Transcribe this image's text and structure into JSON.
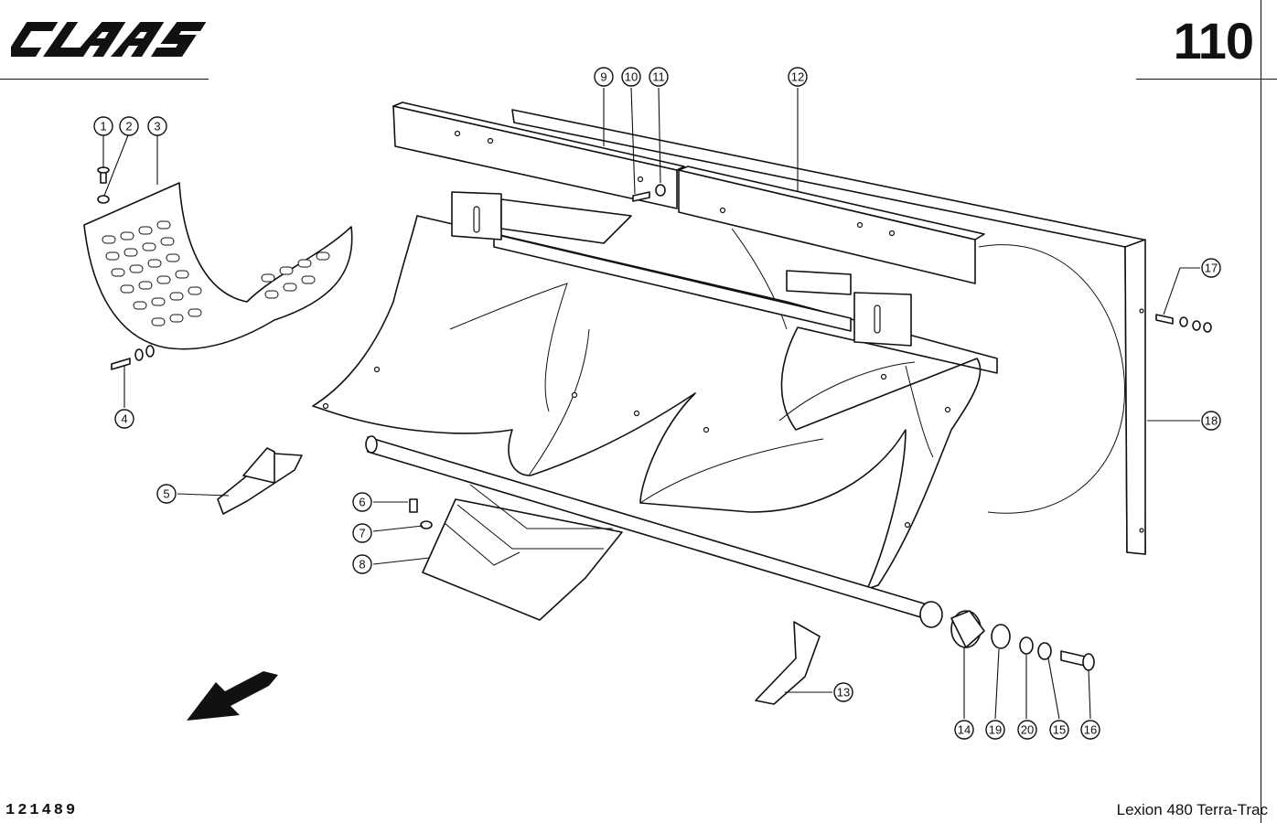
{
  "header": {
    "brand": "CLAAS",
    "page_number": "110"
  },
  "footer": {
    "document_id": "121489",
    "model": "Lexion 480 Terra-Trac"
  },
  "callouts": [
    {
      "label": "1"
    },
    {
      "label": "2"
    },
    {
      "label": "3"
    },
    {
      "label": "4"
    },
    {
      "label": "5"
    },
    {
      "label": "6"
    },
    {
      "label": "7"
    },
    {
      "label": "8"
    },
    {
      "label": "9"
    },
    {
      "label": "10"
    },
    {
      "label": "11"
    },
    {
      "label": "12"
    },
    {
      "label": "13"
    },
    {
      "label": "14"
    },
    {
      "label": "15"
    },
    {
      "label": "16"
    },
    {
      "label": "17"
    },
    {
      "label": "18"
    },
    {
      "label": "19"
    },
    {
      "label": "20"
    }
  ]
}
